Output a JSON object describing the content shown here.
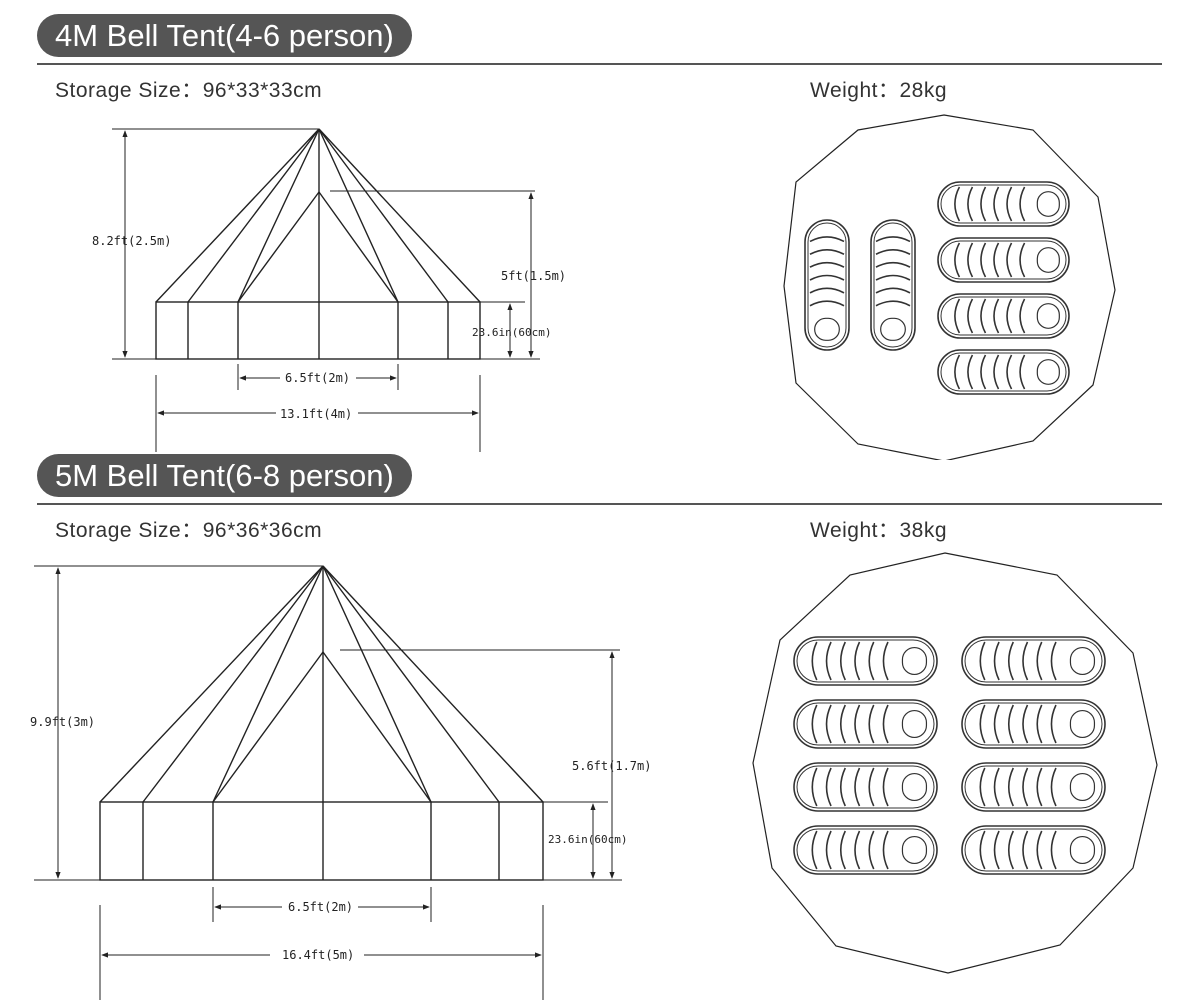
{
  "tents": [
    {
      "title": "4M Bell Tent(4-6 person)",
      "storage": "Storage Size：96*33*33cm",
      "weight": "Weight：28kg",
      "dims": {
        "height": "8.2ft(2.5m)",
        "door_height": "5ft(1.5m)",
        "wall_height": "23.6in(60cm)",
        "door_width": "6.5ft(2m)",
        "diameter": "13.1ft(4m)"
      },
      "sleeping_bags": 6
    },
    {
      "title": "5M Bell Tent(6-8 person)",
      "storage": "Storage Size：96*36*36cm",
      "weight": "Weight：38kg",
      "dims": {
        "height": "9.9ft(3m)",
        "door_height": "5.6ft(1.7m)",
        "wall_height": "23.6in(60cm)",
        "door_width": "6.5ft(2m)",
        "diameter": "16.4ft(5m)"
      },
      "sleeping_bags": 8
    }
  ],
  "icons": {
    "sleeping_bag": "sleeping-bag-icon",
    "floor_plan": "floor-plan-icon"
  }
}
